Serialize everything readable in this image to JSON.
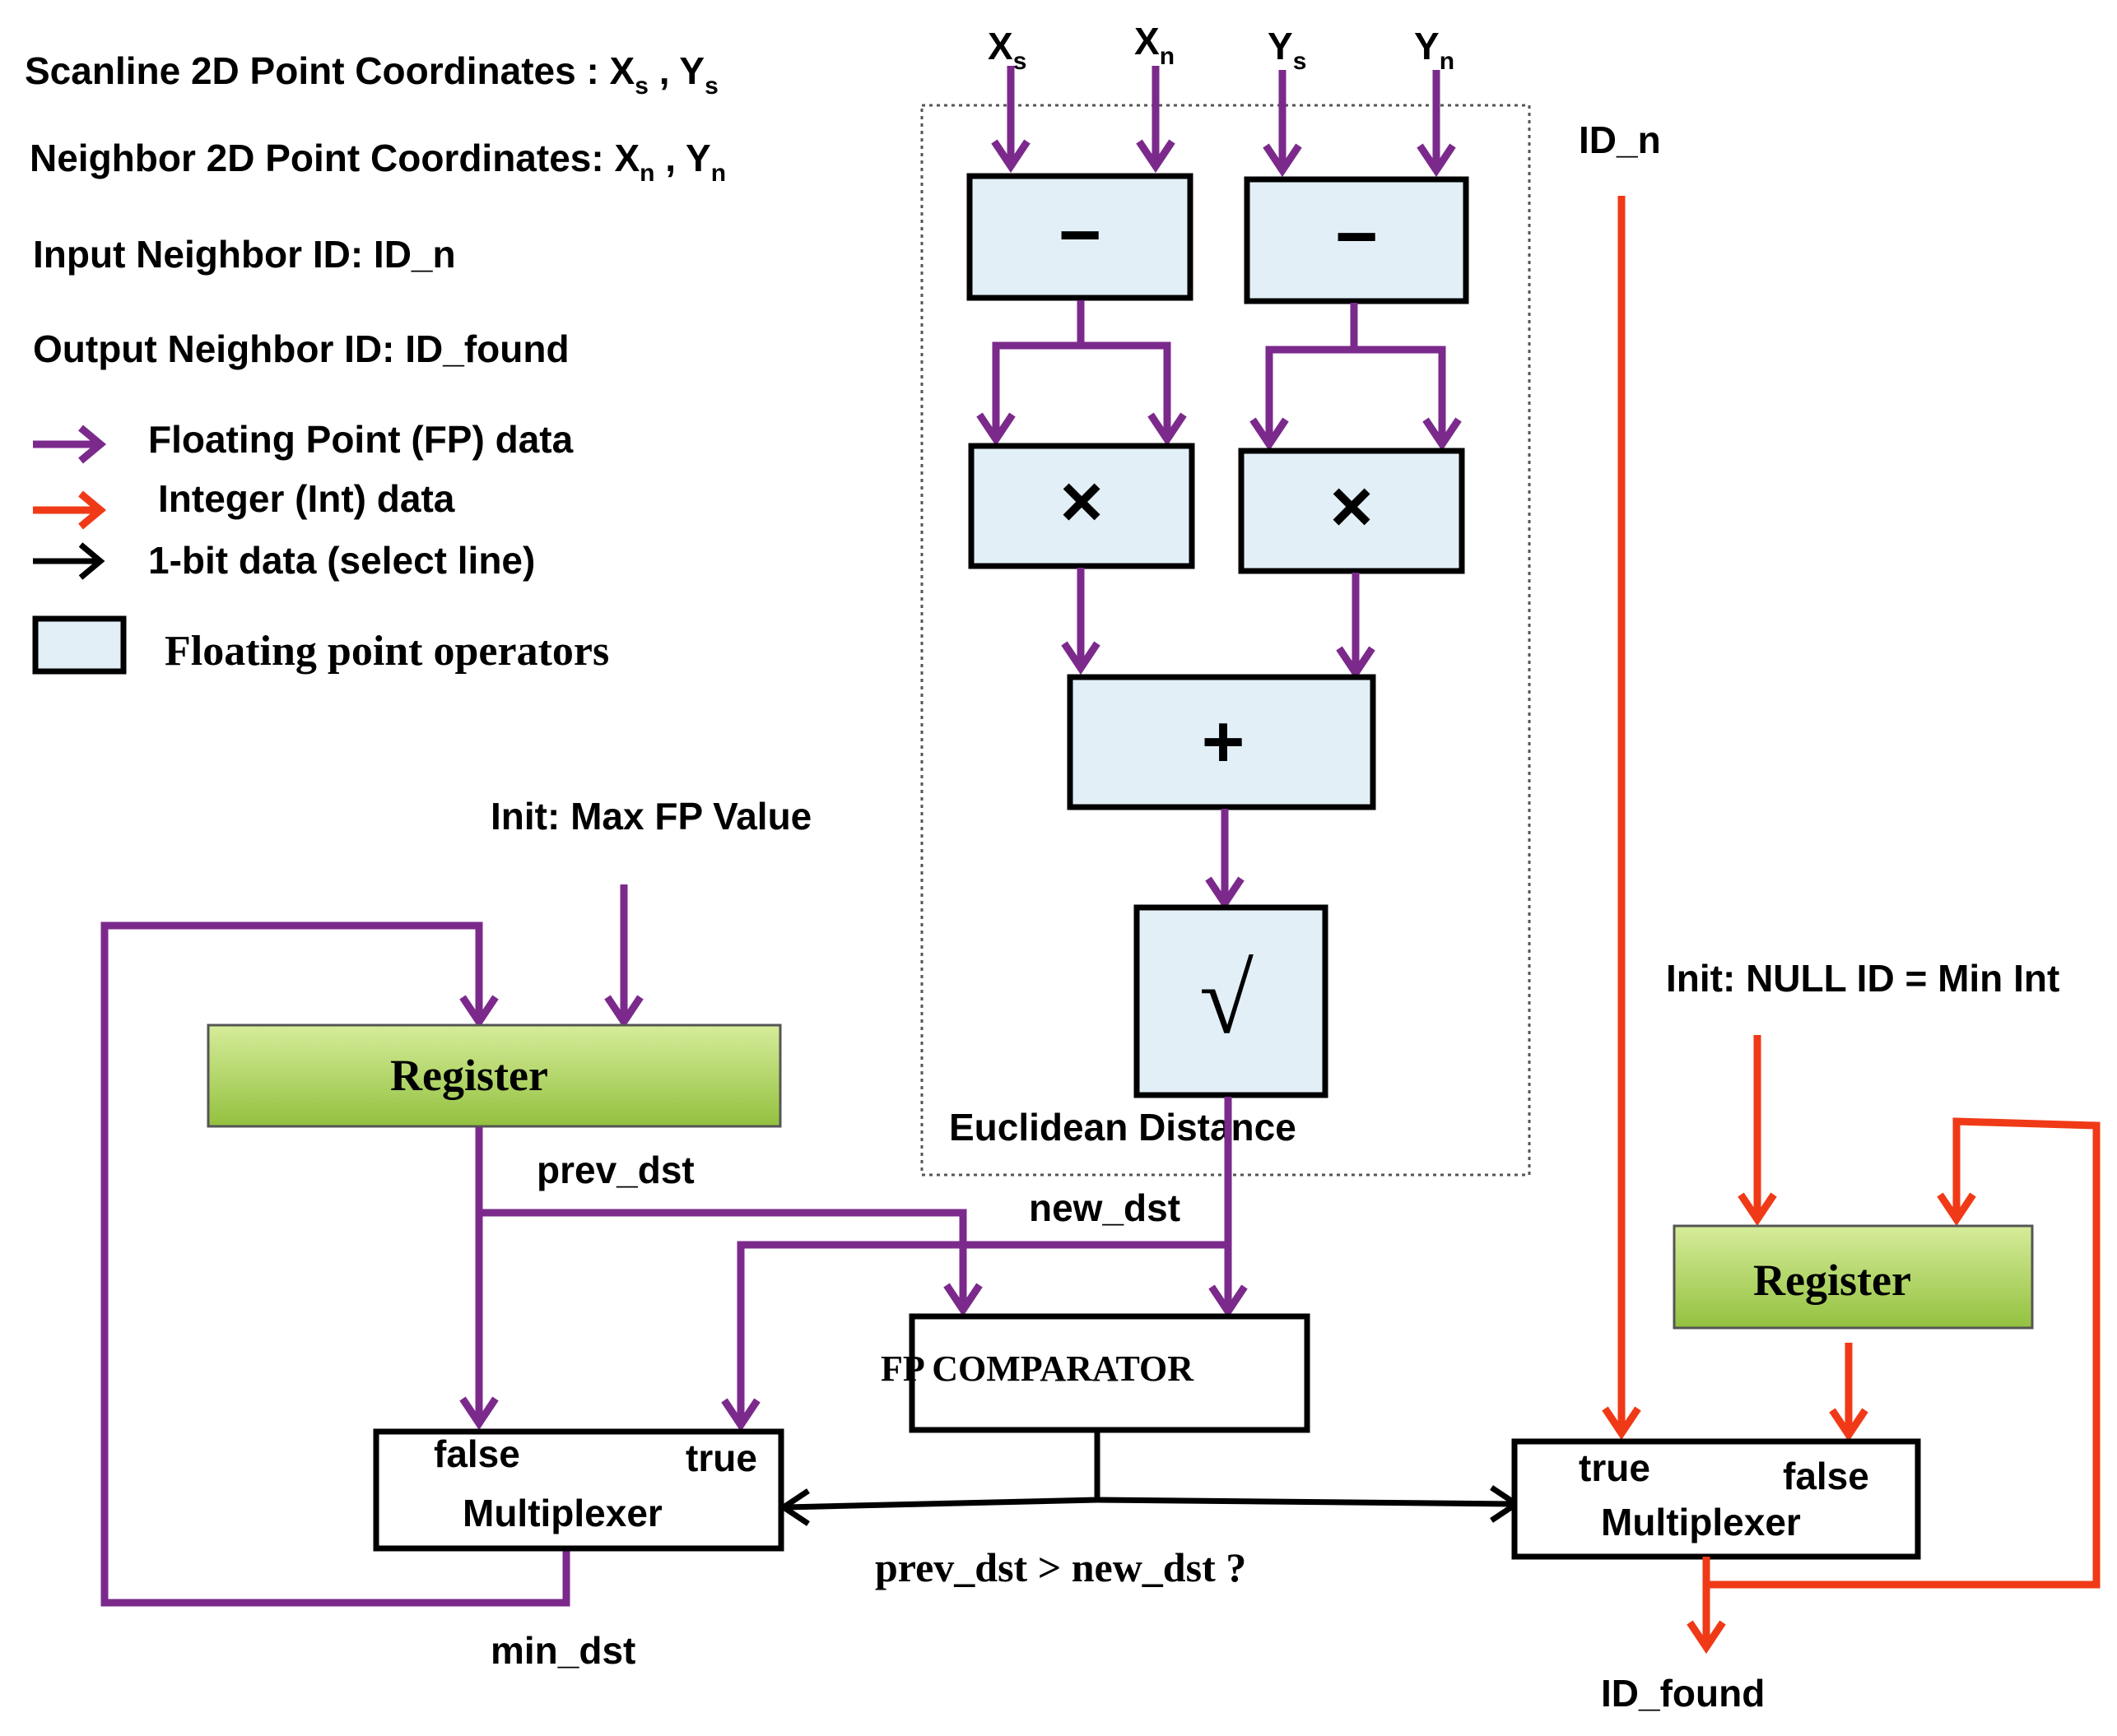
{
  "legend": {
    "scanline_label": "Scanline 2D Point Coordinates : X",
    "scanline_sep": " , Y",
    "neighbor_label": "Neighbor 2D Point Coordinates: X",
    "neighbor_sep": " , Y",
    "sub_s": "s",
    "sub_n": "n",
    "input_id": "Input Neighbor ID: ID_n",
    "output_id": "Output Neighbor ID: ID_found",
    "fp_data": "Floating Point (FP) data",
    "int_data": "Integer (Int) data",
    "bit_data": "1-bit data (select line)",
    "fp_operators": "Floating point operators"
  },
  "inputs": {
    "x_main": "X",
    "y_main": "Y",
    "sub_s": "s",
    "sub_n": "n",
    "id_n": "ID_n"
  },
  "operators": {
    "minus": "−",
    "times": "×",
    "plus": "+",
    "sqrt": "√",
    "group_label": "Euclidean Distance"
  },
  "left_path": {
    "init_label": "Init: Max FP Value",
    "register": "Register",
    "prev_dst": "prev_dst",
    "mux_false": "false",
    "mux_true": "true",
    "mux_label": "Multiplexer",
    "min_dst": "min_dst"
  },
  "comparator": {
    "new_dst": "new_dst",
    "label": "FP COMPARATOR",
    "condition": "prev_dst > new_dst ?"
  },
  "right_path": {
    "init_label": "Init: NULL ID = Min Int",
    "register": "Register",
    "mux_true": "true",
    "mux_false": "false",
    "mux_label": "Multiplexer",
    "id_found": "ID_found"
  },
  "colors": {
    "fp_wire": "#7b2a8c",
    "int_wire": "#f03a17",
    "bit_wire": "#000000",
    "fp_operator_fill": "#e2eff6",
    "register_fill_top": "#d6ec9a",
    "register_fill_bottom": "#93c13f"
  }
}
